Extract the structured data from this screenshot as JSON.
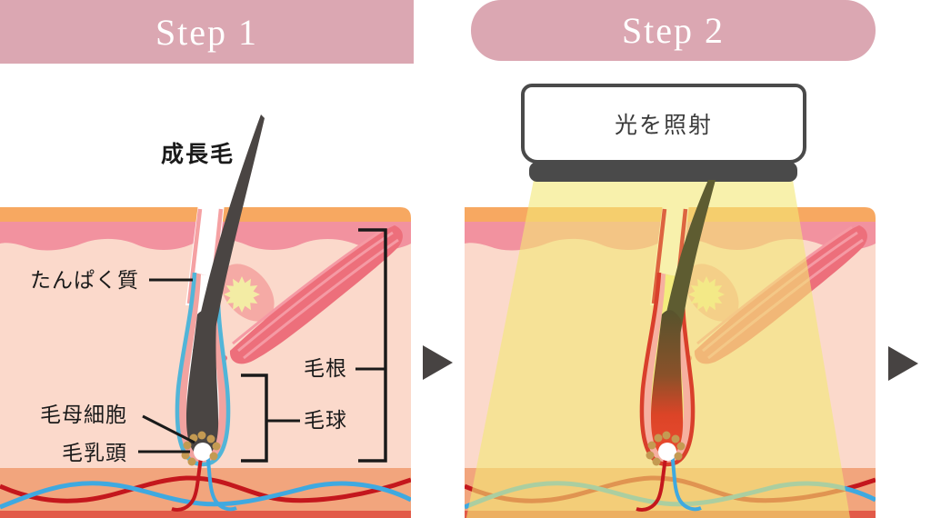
{
  "step1": {
    "header": "Step 1",
    "annotations": {
      "growing_hair": "成長毛",
      "protein": "たんぱく質",
      "hair_matrix_cells": "毛母細胞",
      "hair_papilla": "毛乳頭",
      "hair_root": "毛根",
      "hair_bulb": "毛球"
    }
  },
  "step2": {
    "header": "Step 2",
    "device_label": "光を照射"
  },
  "icons": {
    "next_arrow": "right-triangle"
  },
  "colors": {
    "header_bg": "#dba7b2",
    "header_text": "#ffffff",
    "label": "#1a1a1a",
    "arrow": "#474342",
    "skin_surface": "#f7a861",
    "epidermis": "#f2929f",
    "dermis": "#fbd9cb",
    "subcutis": "#f2a57d",
    "subcutis_edge": "#e25a48",
    "hair": "#4a4543",
    "follicle_outline_blue": "#51b5d8",
    "follicle_sheath": "#f2a3a0",
    "inner_sheath_white": "#ffffff",
    "canal_lining": "#f5a1a3",
    "muscle": "#ed6f7b",
    "muscle_stripe": "#f59aa4",
    "gland": "#f5aaa5",
    "gland_star": "#f3eca4",
    "matrix_dots": "#c49a52",
    "vessel_red": "#c4171d",
    "vessel_blue": "#3fa9e0",
    "beam": "#f4e874",
    "device": "#4a4a4a",
    "heat_outline": "#d93f2b",
    "heat_sheath": "#f6b0a0",
    "heat_inner": "#f3ec7d",
    "heat_hair": "#5e5c31",
    "heat_lining": "#dd6440",
    "bulb_heat_top": "#56532d",
    "bulb_heat_bottom": "#ea4a30"
  }
}
